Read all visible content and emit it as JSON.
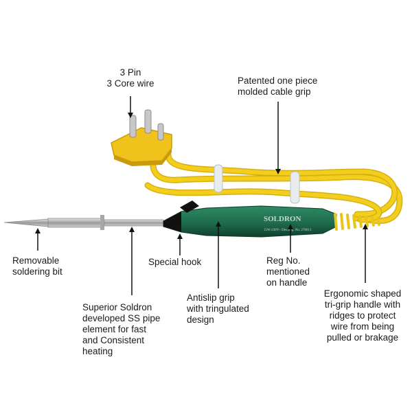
{
  "product": {
    "brand": "SOLDRON",
    "handle_print": "15W-230V~ Des.Reg. No. 278613"
  },
  "callouts": {
    "pin": "3 Pin\n3 Core wire",
    "cable_grip": "Patented one piece\nmolded cable grip",
    "bit": "Removable\nsoldering bit",
    "hook": "Special hook",
    "reg": "Reg No.\nmentioned\non handle",
    "pipe": "Superior Soldron\ndeveloped SS pipe\nelement for fast\nand Consistent\nheating",
    "antislip": "Antislip grip\nwith tringulated\ndesign",
    "ergo": "Ergonomic shaped\ntri-grip handle with\nridges to protect\nwire from being\npulled or brakage"
  },
  "colors": {
    "cable": "#f2cf1d",
    "cable_shade": "#d9ae10",
    "handle": "#1f6b4e",
    "handle_dark": "#124a34",
    "ridges": "#e8c51c",
    "metal": "#b8b8b8",
    "pointer": "#111111"
  }
}
